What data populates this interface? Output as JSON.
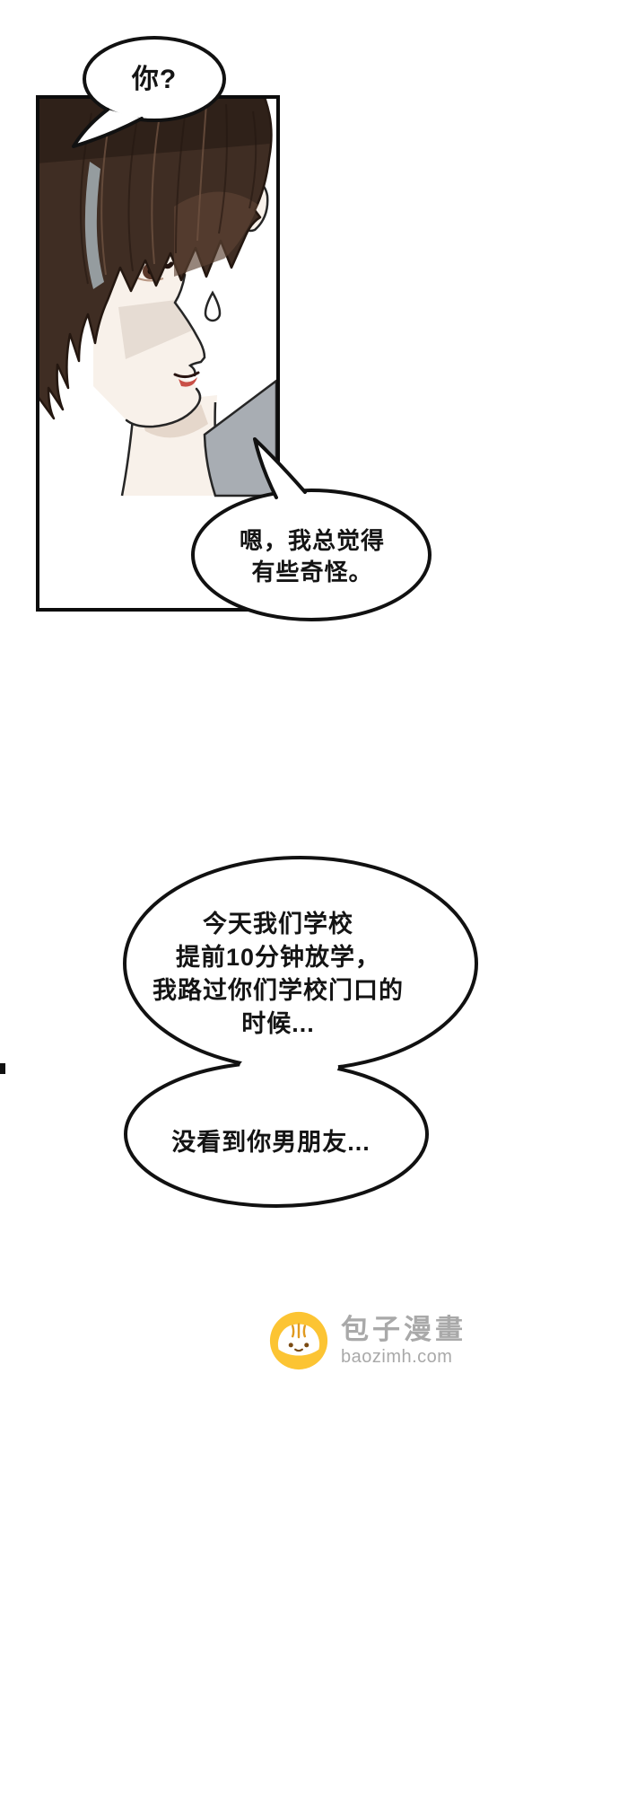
{
  "page": {
    "background": "#ffffff"
  },
  "panel": {
    "border_color": "#0c0c0c"
  },
  "speech": {
    "b1": "你?",
    "b2": "嗯，我总觉得\n有些奇怪。",
    "b3": "今天我们学校\n提前10分钟放学，\n我路过你们学校门口的\n时候...",
    "b4": "没看到你男朋友..."
  },
  "watermark": {
    "brand": "包子漫畫",
    "domain": "baozimh.com",
    "icon": "baozi-bun-icon",
    "icon_bg": "#fcc433",
    "text_color": "#a9a9a9"
  },
  "art": {
    "subject": "young man in side profile looking down with sweat drop",
    "hair_color": "#3f2d23",
    "hair_dark": "#2a1c15",
    "hair_light": "#5d4434",
    "gray_streak": "#9aa2a6",
    "skin_color": "#f8f1ea",
    "lip_color": "#c94f46",
    "collar_color": "#a8adb3",
    "line_color": "#262626"
  }
}
